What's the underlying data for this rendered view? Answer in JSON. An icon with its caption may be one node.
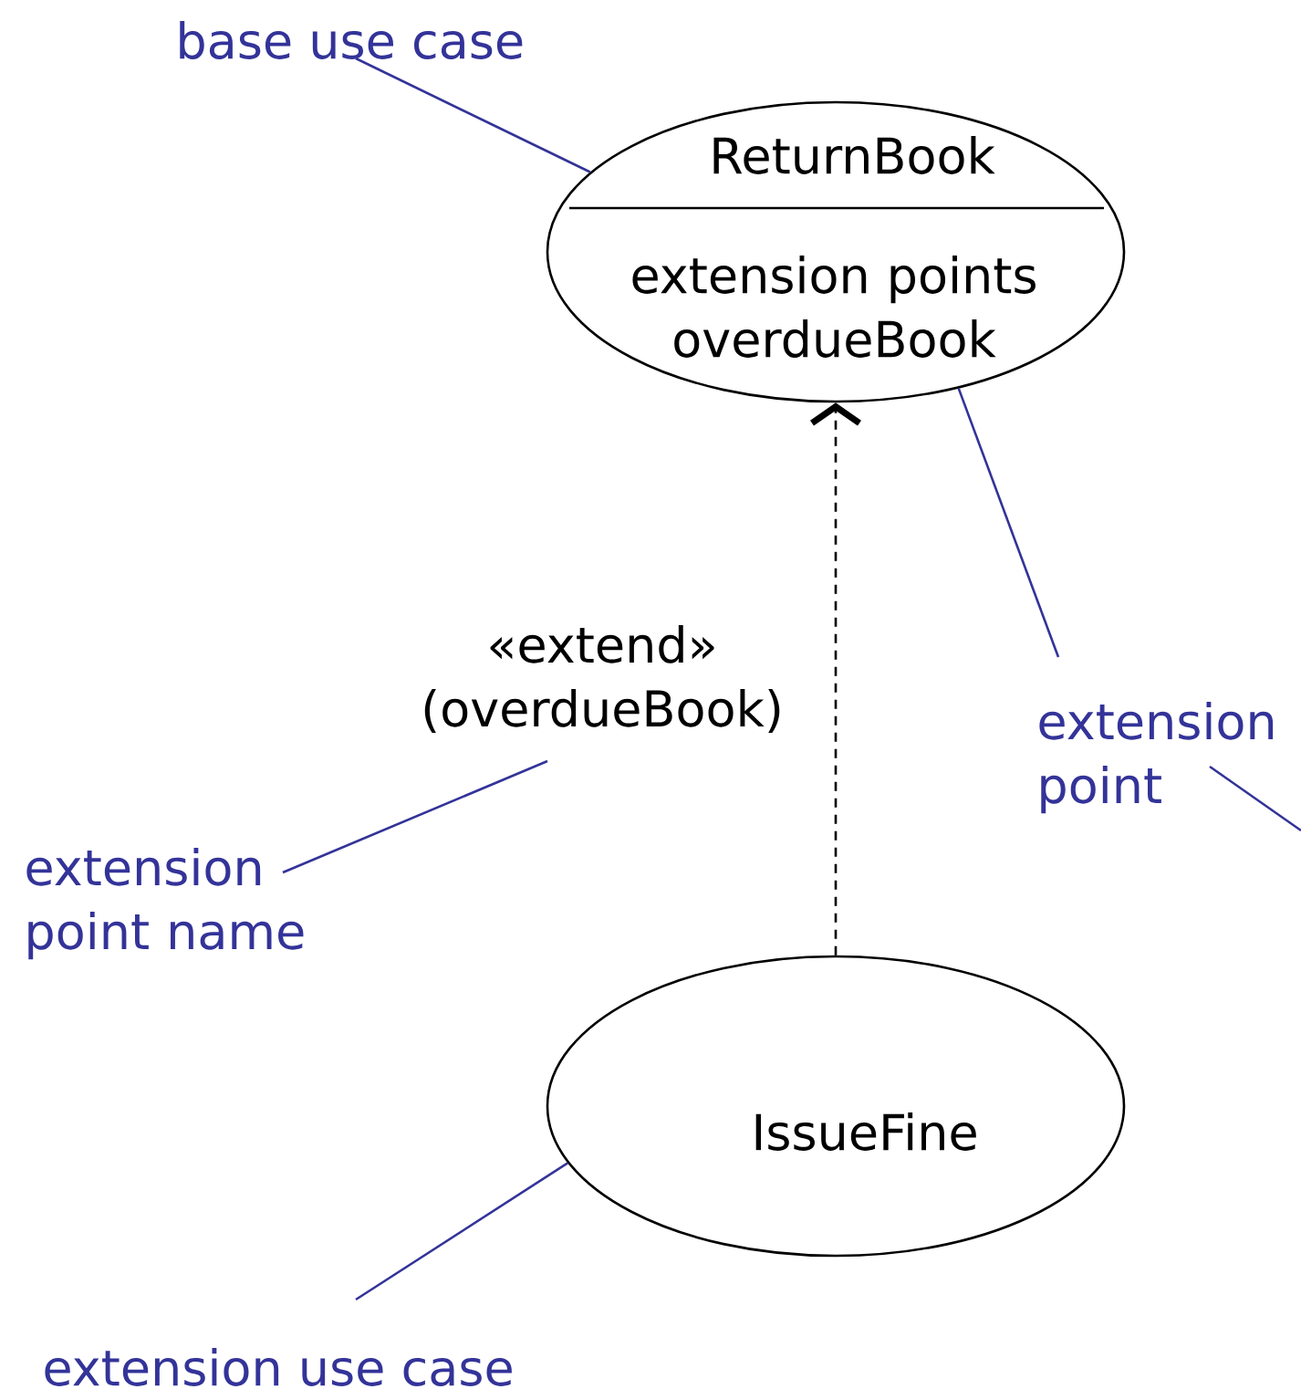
{
  "diagram": {
    "nodes": [
      {
        "text": [
          "ReturnBook",
          "extension points overdueBook"
        ]
      },
      {
        "text": [
          "IssueFine"
        ]
      },
      {
        "text": [
          "base use case"
        ]
      },
      {
        "text": [
          "«extend» (overdueBook)"
        ]
      },
      {
        "text": [
          "extension point"
        ]
      },
      {
        "text": [
          "extension point name"
        ]
      },
      {
        "text": [
          "extension use case"
        ]
      }
    ],
    "edges": [
      {
        "from": 1,
        "to": 0,
        "arrow": "to",
        "style": "dashed",
        "color": "#000000"
      },
      {
        "from": 2,
        "to": 0,
        "arrow": "none"
      },
      {
        "from": 4,
        "to": 0,
        "arrow": "none"
      },
      {
        "from": 4,
        "to": null,
        "arrow": "none"
      },
      {
        "from": 5,
        "to": 3,
        "arrow": "none"
      },
      {
        "from": 6,
        "to": 1,
        "arrow": "none"
      }
    ]
  }
}
